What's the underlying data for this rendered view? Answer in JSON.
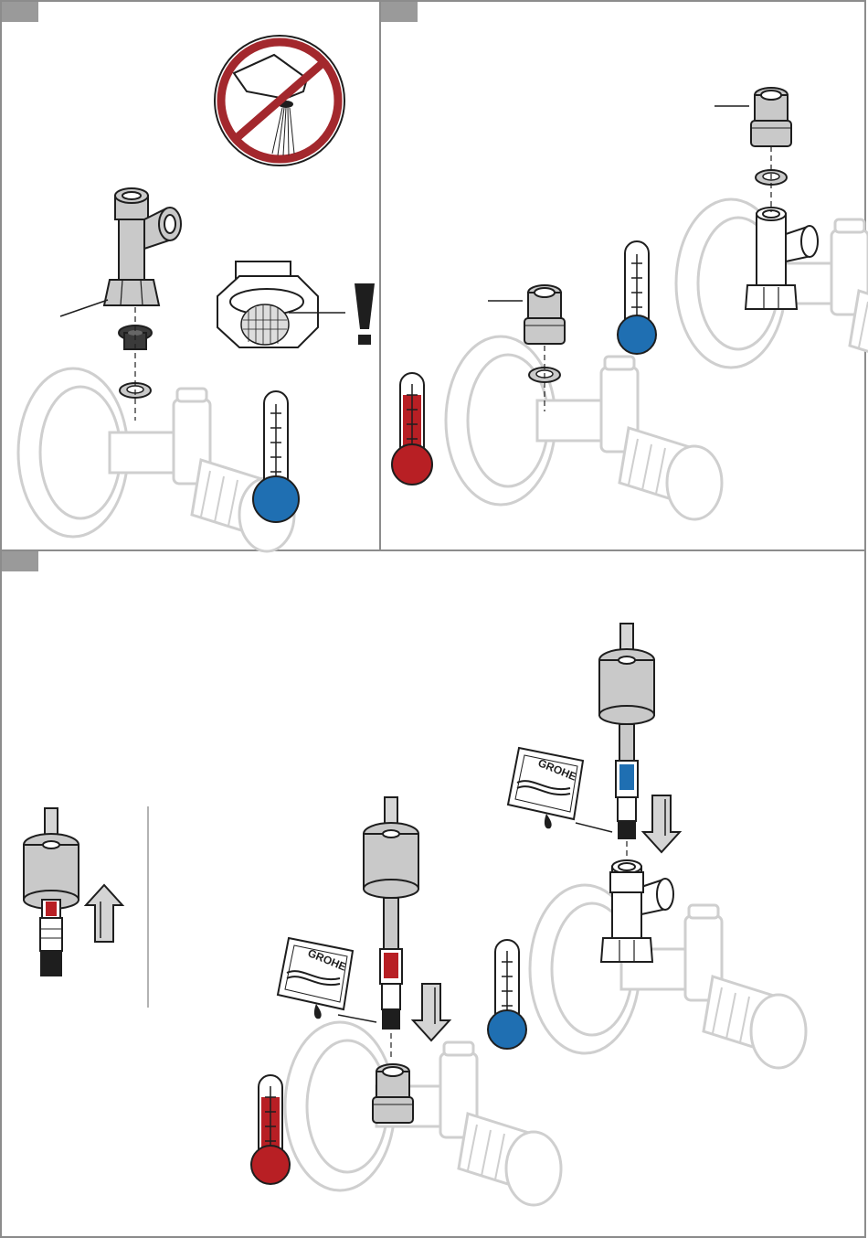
{
  "document": {
    "panels": [
      {
        "id": "panel-1",
        "step_tab": ""
      },
      {
        "id": "panel-2",
        "step_tab": ""
      },
      {
        "id": "panel-3",
        "step_tab": ""
      }
    ],
    "sachet_brand": "GROHE",
    "warning_mark": "!"
  },
  "colors": {
    "frame": "#8c8c8c",
    "tab_gray": "#9a9a9a",
    "line": "#1e1e1e",
    "ghost_line": "#cfcfcf",
    "part_fill": "#c9c9c9",
    "dark_part": "#3a3a3a",
    "cold_blue": "#1f6fb2",
    "hot_red": "#b81f24",
    "prohibit_red": "#a3282d"
  },
  "icons": [
    "no-splash-prohibition-icon",
    "thermometer-cold-icon",
    "thermometer-hot-icon",
    "arrow-down-icon",
    "arrow-up-icon",
    "warning-exclamation-icon",
    "grohe-grease-sachet-icon"
  ]
}
